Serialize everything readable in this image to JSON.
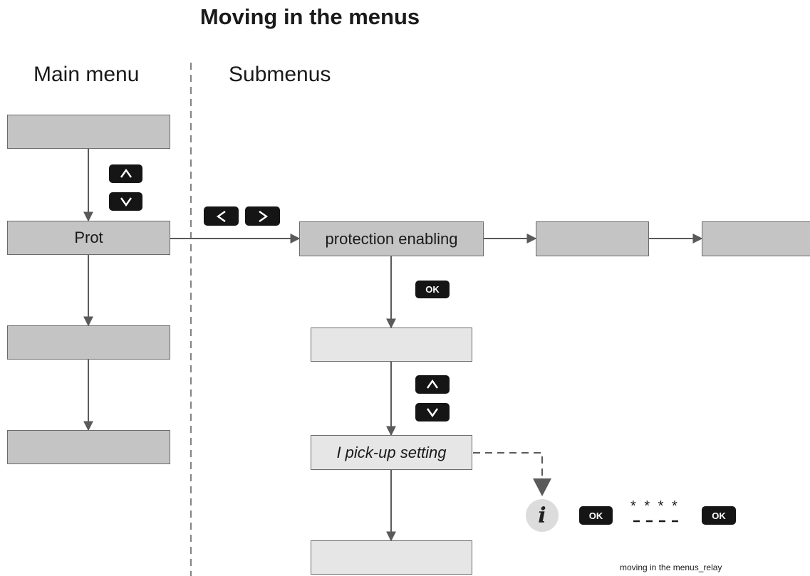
{
  "title": "Moving in the menus",
  "columns": {
    "main": "Main menu",
    "sub": "Submenus"
  },
  "main_menu": {
    "prot_label": "Prot"
  },
  "submenu": {
    "protection_enabling": "protection enabling",
    "i_pickup_setting": "I pick-up setting"
  },
  "keys": {
    "ok": "OK",
    "password_mask": "* * * *"
  },
  "info_icon": {
    "glyph": "i"
  },
  "caption": "moving in the menus_relay",
  "colors": {
    "main_box": "#c4c4c4",
    "sub_box": "#e6e6e6",
    "key": "#151515",
    "arrow": "#5a5a5a"
  }
}
